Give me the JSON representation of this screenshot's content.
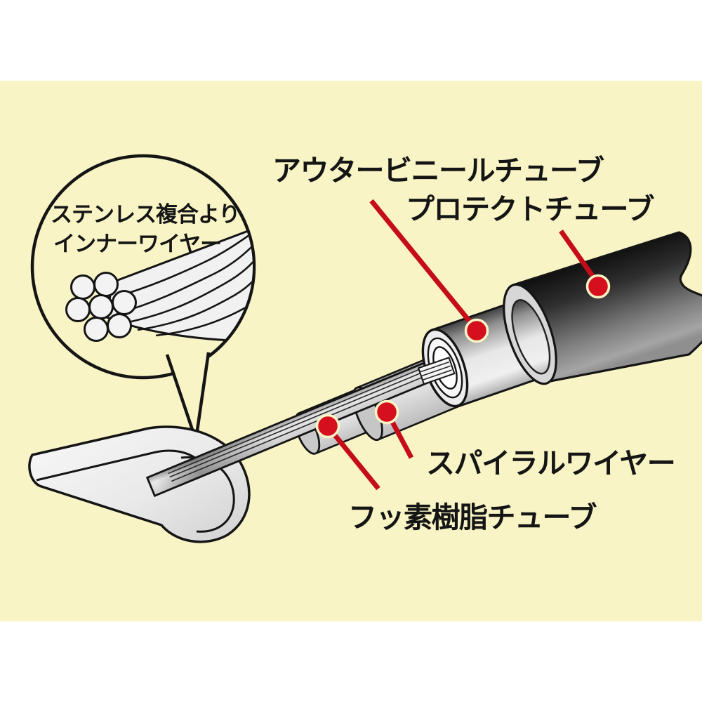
{
  "figure": {
    "type": "cable-construction-diagram",
    "background_color": "#ffffff",
    "panel_color": "#f8f4c5",
    "outline_color": "#151515",
    "callout_color": "#c50d19",
    "callout_dot_color": "#d50f1e",
    "inset": {
      "line1": "ステンレス複合より",
      "line2": "インナーワイヤー"
    },
    "parts": [
      {
        "id": "outer-vinyl-tube",
        "label": "アウタービニールチューブ"
      },
      {
        "id": "protect-tube",
        "label": "プロテクトチューブ"
      },
      {
        "id": "spiral-wire",
        "label": "スパイラルワイヤー"
      },
      {
        "id": "fluororesin-tube",
        "label": "フッ素樹脂チューブ"
      }
    ]
  }
}
